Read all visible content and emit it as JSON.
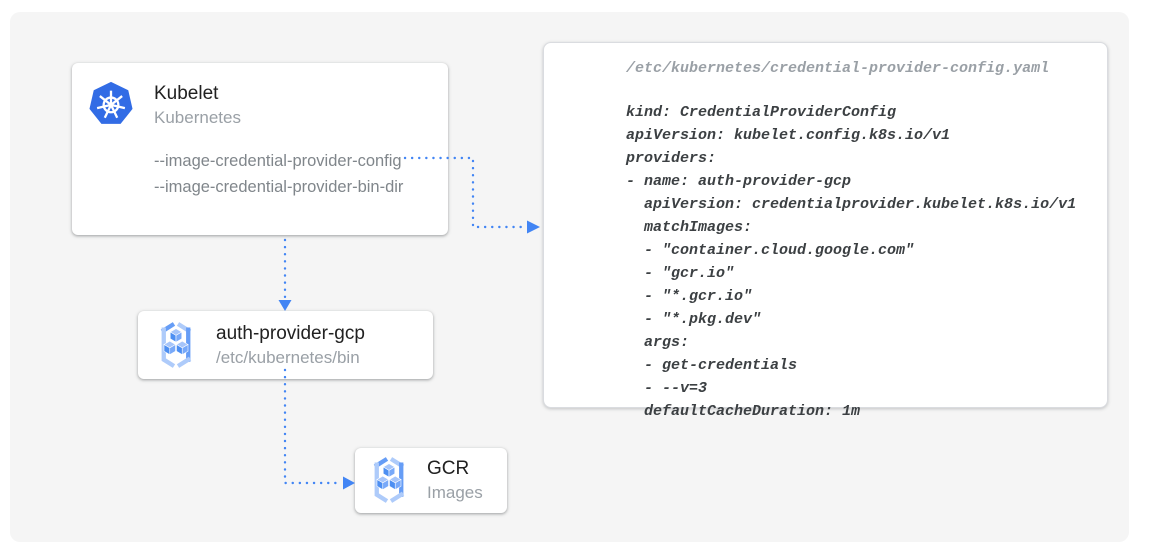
{
  "palette": {
    "canvas_bg": "#F5F5F5",
    "card_bg": "#FFFFFF",
    "accent_blue": "#4285F4",
    "kubernetes_blue": "#326CE5",
    "gcr_icon_light": "#AECBFA",
    "gcr_icon_medium": "#669DF6",
    "title_color": "#212121",
    "muted_color": "#9AA0A6",
    "flag_color": "#80868B",
    "code_color": "#3C4043",
    "panel_border": "#DADCE0"
  },
  "nodes": {
    "kubelet": {
      "title": "Kubelet",
      "subtitle": "Kubernetes",
      "icon": "kubernetes-icon",
      "flags": [
        "--image-credential-provider-config",
        "--image-credential-provider-bin-dir"
      ]
    },
    "auth_provider": {
      "title": "auth-provider-gcp",
      "subtitle": "/etc/kubernetes/bin",
      "icon": "gcr-icon"
    },
    "gcr": {
      "title": "GCR",
      "subtitle": "Images",
      "icon": "gcr-icon"
    }
  },
  "code_panel": {
    "filename": "/etc/kubernetes/credential-provider-config.yaml",
    "code": "kind: CredentialProviderConfig\napiVersion: kubelet.config.k8s.io/v1\nproviders:\n- name: auth-provider-gcp\n  apiVersion: credentialprovider.kubelet.k8s.io/v1\n  matchImages:\n  - \"container.cloud.google.com\"\n  - \"gcr.io\"\n  - \"*.gcr.io\"\n  - \"*.pkg.dev\"\n  args:\n  - get-credentials\n  - --v=3\n  defaultCacheDuration: 1m"
  },
  "edges": [
    {
      "from": "--image-credential-provider-config",
      "to": "credential-provider-config.yaml",
      "style": "dotted-blue-arrow"
    },
    {
      "from": "Kubelet",
      "to": "auth-provider-gcp",
      "style": "dotted-blue-arrow"
    },
    {
      "from": "auth-provider-gcp",
      "to": "GCR",
      "style": "dotted-blue-arrow"
    }
  ]
}
